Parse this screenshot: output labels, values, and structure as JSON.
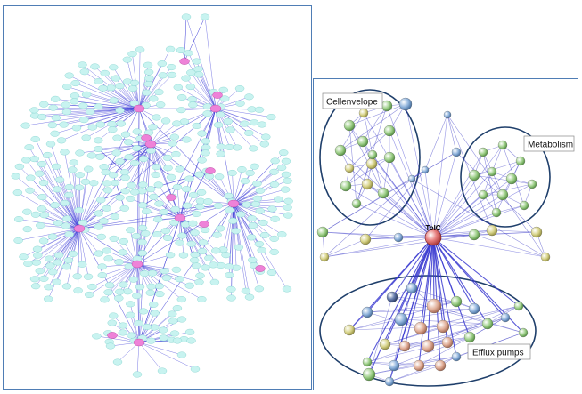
{
  "left_network": {
    "hubs": [
      "",
      "",
      "",
      "",
      "",
      "",
      "",
      ""
    ]
  },
  "right_network": {
    "clusters": {
      "cell_envelope": "Cellenvelope",
      "metabolism": "Metabolism",
      "efflux_pumps": "Efflux pumps"
    },
    "center_node": "TolC"
  },
  "colors": {
    "panel_border": "#4f7db5",
    "node_fill": "#c8f3f0",
    "node_stroke": "#7ed0cb",
    "hub_fill": "#ee82d8",
    "edge": "#3b3bd6",
    "ellipse_stroke": "#1f3f6b",
    "tolc_fill": "#e06060"
  }
}
